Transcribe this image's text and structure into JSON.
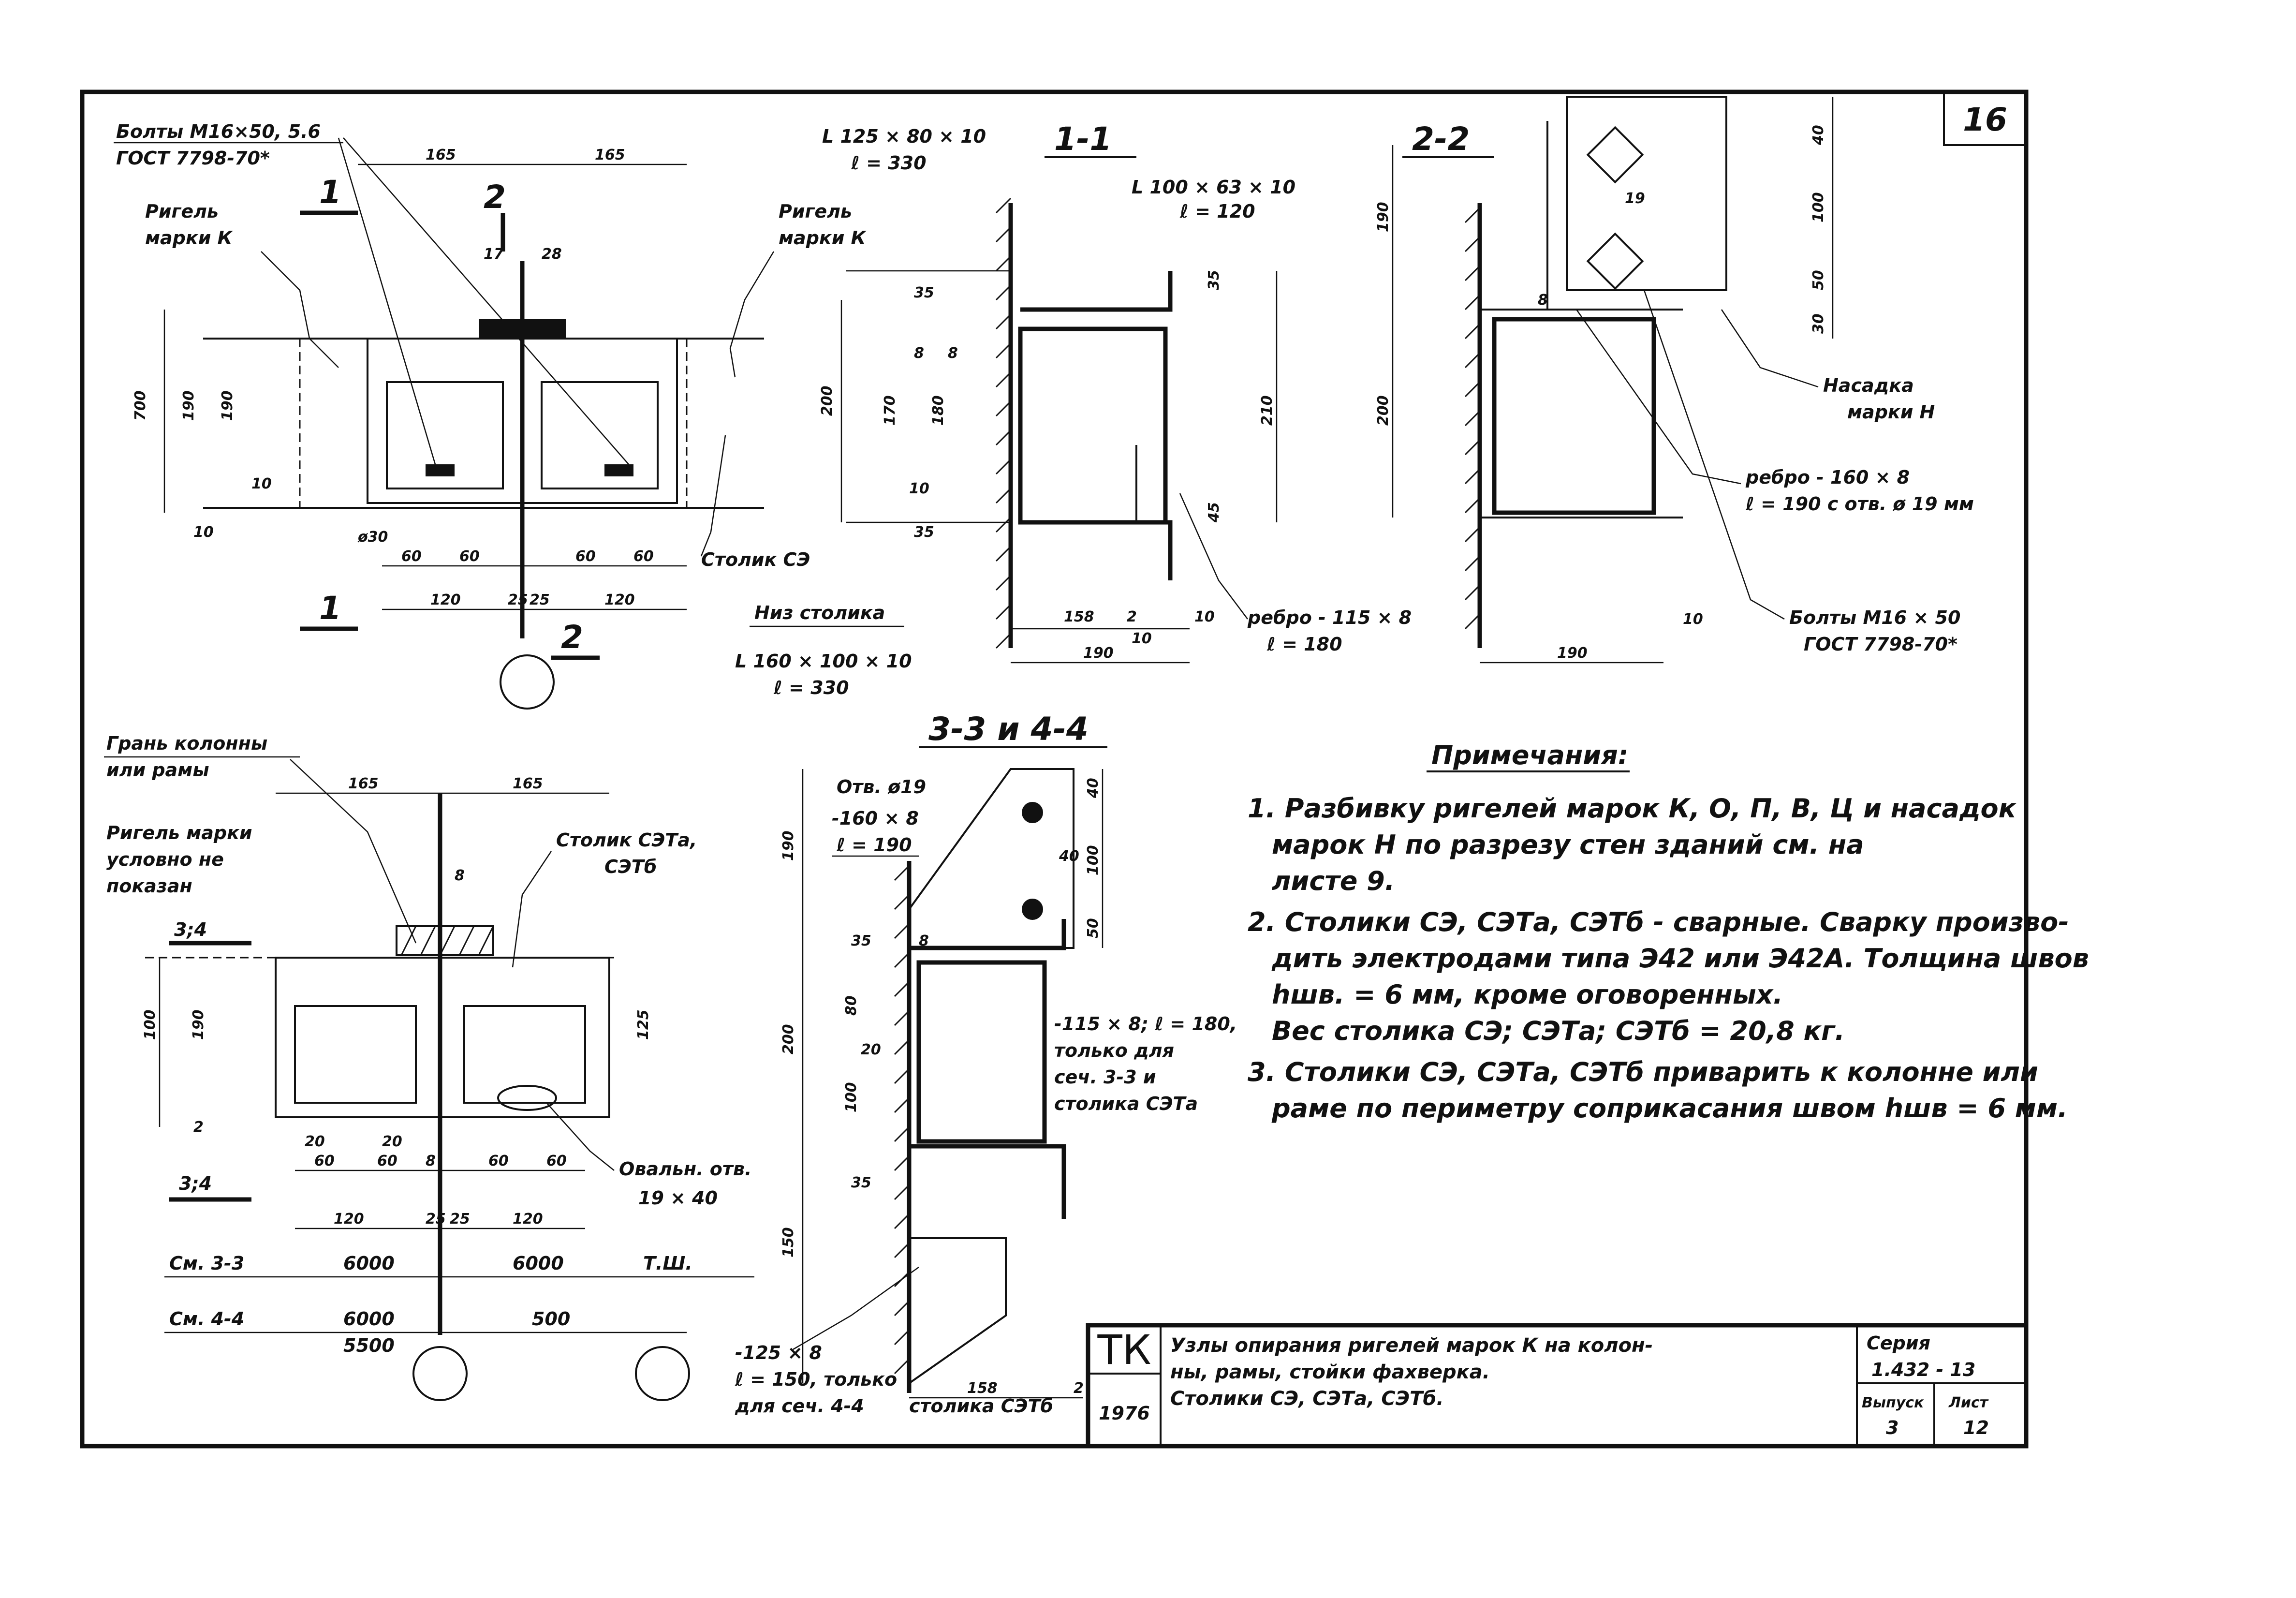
{
  "sheet_number": "16",
  "sections": {
    "s11": "1-1",
    "s22": "2-2",
    "s33": "3-3 и 4-4"
  },
  "view_top": {
    "bolts": "Болты М16×50, 5.6",
    "bolts_gost": "ГОСТ 7798-70*",
    "beam": "Ригель",
    "beam_mark": "марки К",
    "beam_r": "Ригель",
    "beam_r_mark": "марки К",
    "cut1": "1",
    "cut2": "2",
    "cut1b": "1",
    "cut2b": "2",
    "stolik": "Столик СЭ",
    "dims": [
      "165",
      "165",
      "700",
      "190",
      "190",
      "10",
      "10",
      "ø30",
      "60",
      "60",
      "60",
      "60",
      "120",
      "120",
      "25",
      "25",
      "17",
      "28"
    ]
  },
  "view_11": {
    "angle_top": "L 125 × 80 × 10",
    "angle_top_l": "ℓ = 330",
    "angle_r": "L 100 × 63 × 10",
    "angle_r_l": "ℓ = 120",
    "bottom_lbl": "Низ столика",
    "angle_bot": "L 160 × 100 × 10",
    "angle_bot_l": "ℓ = 330",
    "rib": "ребро - 115 × 8",
    "rib_l": "ℓ = 180",
    "dims": [
      "35",
      "35",
      "8",
      "8",
      "200",
      "170",
      "180",
      "210",
      "10",
      "158",
      "2",
      "10",
      "10",
      "190",
      "45",
      "35"
    ]
  },
  "view_22": {
    "nasadka": "Насадка",
    "nasadka_mark": "марки Н",
    "rib": "ребро - 160 × 8",
    "rib_l": "ℓ = 190 с отв. ø 19 мм",
    "bolts": "Болты М16 × 50",
    "bolts_gost": "ГОСТ 7798-70*",
    "dims": [
      "190",
      "40",
      "100",
      "50",
      "30",
      "8",
      "19",
      "200",
      "10",
      "190"
    ]
  },
  "view_bl": {
    "face": "Грань колонны",
    "face2": "или рамы",
    "beam1": "Ригель марки",
    "beam2": "условно не",
    "beam3": "показан",
    "stolik": "Столик СЭТа,",
    "stolik2": "СЭТб",
    "oval": "Овальн. отв.",
    "oval_sz": "19 × 40",
    "cut_a": "3;4",
    "cut_b": "3;4",
    "see33": "См. 3-3",
    "see44": "См. 4-4",
    "tsh": "Т.Ш.",
    "v6000a": "6000",
    "v6000b": "6000",
    "v6000c": "6000",
    "v5500": "5500",
    "v500": "500",
    "dims": [
      "165",
      "165",
      "8",
      "100",
      "190",
      "125",
      "2",
      "20",
      "20",
      "60",
      "60",
      "8",
      "60",
      "60",
      "120",
      "120",
      "25",
      "25"
    ]
  },
  "view_33": {
    "hole": "Отв. ø19",
    "plate": "-160 × 8",
    "plate_l": "ℓ = 190",
    "plate2": "-115 × 8; ℓ = 180,",
    "plate2_b": "только для",
    "plate2_c": "сеч. 3-3 и",
    "plate2_d": "столика СЭТа",
    "plate3": "-125 × 8",
    "plate3_l": "ℓ = 150, только",
    "plate3_b": "для сеч. 4-4",
    "stolik": "столика СЭТб",
    "dims": [
      "40",
      "40",
      "100",
      "50",
      "190",
      "35",
      "8",
      "80",
      "200",
      "20",
      "100",
      "35",
      "150",
      "158",
      "2"
    ]
  },
  "notes": {
    "heading": "Примечания:",
    "n1a": "1. Разбивку ригелей марок К, О, П, В, Ц и насадок",
    "n1b": "марок Н по разрезу стен зданий см. на",
    "n1c": "листе 9.",
    "n2a": "2. Столики СЭ, СЭТа, СЭТб - сварные. Сварку произво-",
    "n2b": "дить электродами типа Э42 или Э42А. Толщина швов",
    "n2c": "hшв. = 6 мм, кроме оговоренных.",
    "n2d": "Вес    столика СЭ; СЭТа; СЭТб = 20,8 кг.",
    "n3a": "3. Столики СЭ, СЭТа, СЭТб приварить к колонне или",
    "n3b": "раме по периметру соприкасания швом hшв = 6 мм."
  },
  "title_block": {
    "tk": "ТК",
    "year": "1976",
    "title1": "Узлы опирания ригелей марок К на колон-",
    "title2": "ны, рамы, стойки фахверка.",
    "title3": "Столики СЭ, СЭТа, СЭТб.",
    "series_lbl": "Серия",
    "series_val": "1.432 - 13",
    "issue_lbl": "Выпуск",
    "issue_val": "3",
    "sheet_lbl": "Лист",
    "sheet_val": "12"
  }
}
